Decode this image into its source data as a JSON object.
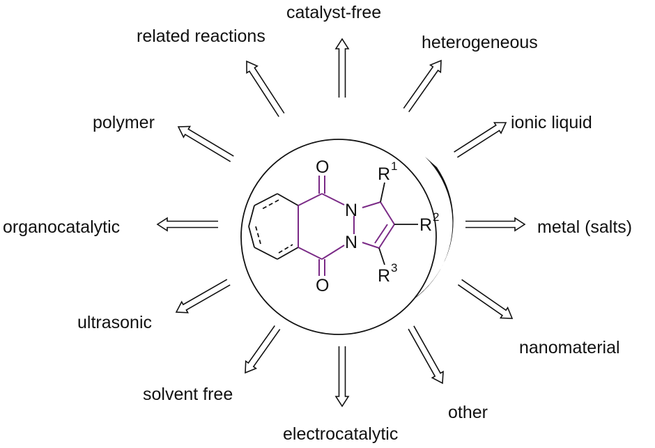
{
  "labels": {
    "catalyst_free": "catalyst-free",
    "related_reactions": "related reactions",
    "heterogeneous": "heterogeneous",
    "polymer": "polymer",
    "ionic_liquid": "ionic liquid",
    "organocatalytic": "organocatalytic",
    "metal_salts": "metal (salts)",
    "ultrasonic": "ultrasonic",
    "nanomaterial": "nanomaterial",
    "solvent_free": "solvent free",
    "other": "other",
    "electrocatalytic": "electrocatalytic"
  },
  "molecule": {
    "oxygen_top": "O",
    "oxygen_bottom": "O",
    "nitrogen_1": "N",
    "nitrogen_2": "N",
    "r1": "R",
    "r1_sup": "1",
    "r2": "R",
    "r2_sup": "2",
    "r3": "R",
    "r3_sup": "3"
  },
  "colors": {
    "core_bonds": "#7a2a86",
    "text": "#111111"
  }
}
